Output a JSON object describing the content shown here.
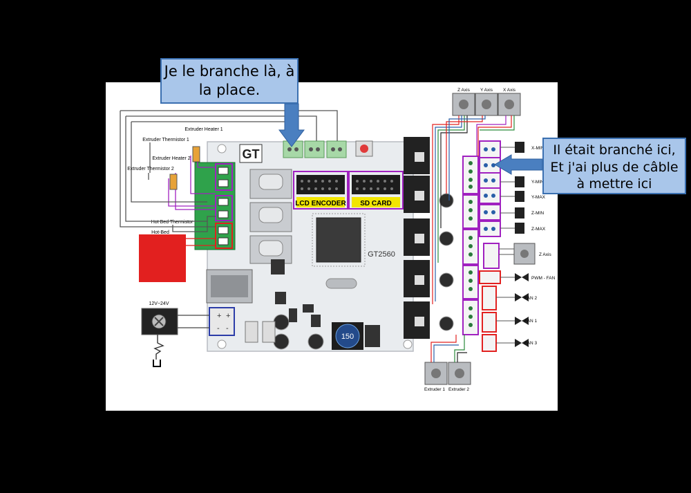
{
  "callouts": {
    "left": [
      "Je le branche là, à",
      "la place."
    ],
    "right": [
      "Il était branché ici,",
      "Et j'ai plus de câble",
      "à mettre ici"
    ]
  },
  "board": {
    "logo": "GT",
    "model": "GT2560",
    "lcd_label": "LCD ENCODER",
    "sd_label": "SD CARD",
    "inductor_label": "150"
  },
  "left_labels": {
    "extruder_heater_1": "Extruder Heater 1",
    "extruder_thermistor_1": "Extruder Thermistor 1",
    "extruder_heater_2": "Extruder Heater 2",
    "extruder_thermistor_2": "Extruder Thermistor 2",
    "hot_bed_thermistor": "Hot Bed Thermistor",
    "hot_bed": "Hot-Bed",
    "power": "12V~24V"
  },
  "axis_labels": {
    "z_axis_top": "Z Axis",
    "y_axis": "Y Axis",
    "x_axis": "X Axis",
    "z_axis_right": "Z Axis",
    "extruder_1": "Extruder 1",
    "extruder_2": "Extruder 2"
  },
  "endstop_labels": [
    "X-MIN",
    "Y-MIN",
    "Y-MAX",
    "Z-MIN",
    "Z-MAX"
  ],
  "fan_labels": [
    "PWM - FAN",
    "FAN 2",
    "FAN 1",
    "FAN 3"
  ],
  "colors": {
    "callout_fill": "#a9c6ea",
    "callout_border": "#3a6fb0",
    "arrow": "#4a7fc0",
    "terminal_green": "#2fa24b",
    "highlight_purple": "#a020c0",
    "hot_bed_red": "#e2201f"
  }
}
